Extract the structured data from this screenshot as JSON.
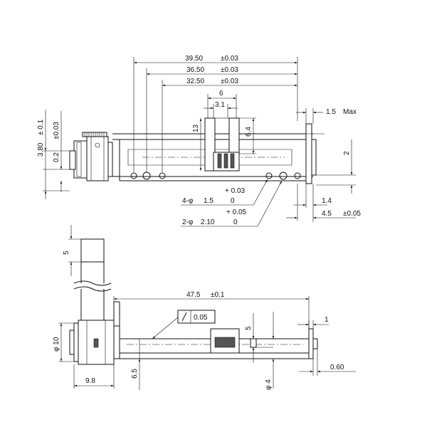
{
  "top_view": {
    "dim_3950": "39.50",
    "tol_3950": "±0.03",
    "dim_3650": "36.50",
    "tol_3650": "±0.03",
    "dim_3250": "32.50",
    "tol_3250": "±0.03",
    "dim_6": "6",
    "dim_31": "3.1",
    "dim_15": "1.5",
    "max": "Max",
    "dim_13": "13",
    "dim_64": "6.4",
    "dim_2": "2",
    "dim_380": "3.80",
    "tol_380": "± 0.1",
    "dim_02": "0.2",
    "tol_02": "±0.03",
    "hole4_prefix": "4-φ",
    "hole4_dia": "1.5",
    "hole4_tol_up": "+ 0.03",
    "hole4_tol_low": "0",
    "hole2_prefix": "2-φ",
    "hole2_dia": "2.10",
    "hole2_tol_up": "+ 0.05",
    "hole2_tol_low": "0",
    "dim_14": "1.4",
    "dim_45": "4.5",
    "tol_45": "±0.05"
  },
  "side_view": {
    "dim_5_top": "5",
    "dim_475": "47.5",
    "tol_475": "±0.1",
    "flatness": "0.05",
    "dim_1": "1",
    "dim_5": "5",
    "dim_10": "φ 10",
    "dim_98": "9.8",
    "dim_65": "6.5",
    "dim_4": "φ 4",
    "dim_060": "0.60"
  }
}
